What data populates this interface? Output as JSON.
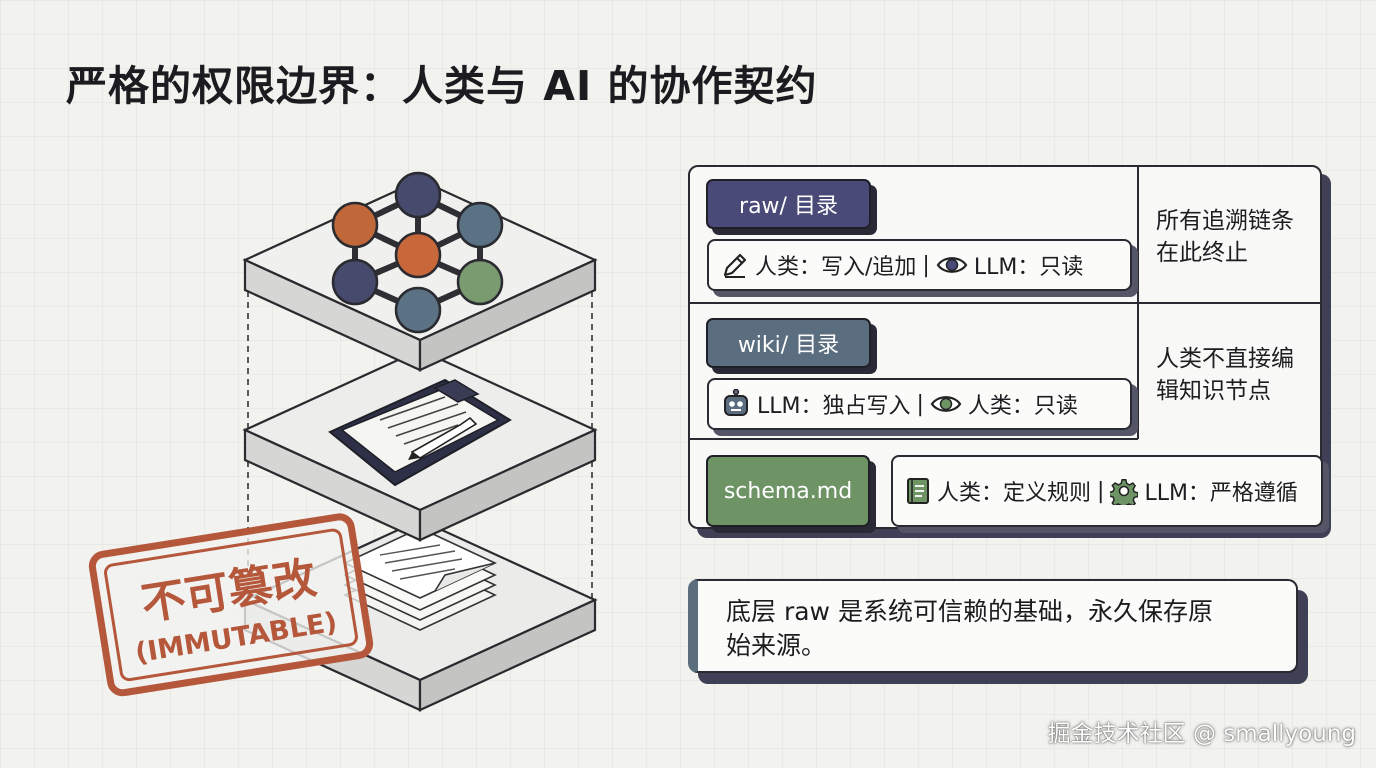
{
  "title": "严格的权限边界：人类与 AI 的协作契约",
  "stamp": {
    "main": "不可篡改",
    "sub": "(IMMUTABLE)",
    "color": "#b5573a"
  },
  "layers": [
    {
      "tag": "raw/ 目录",
      "tag_color": "#4a4a78",
      "human_perm": "人类：写入/追加",
      "llm_perm": "LLM：只读",
      "note": [
        "所有追溯链条",
        "在此终止"
      ]
    },
    {
      "tag": "wiki/ 目录",
      "tag_color": "#5a6e80",
      "llm_perm": "LLM：独占写入",
      "human_perm": "人类：只读",
      "note": [
        "人类不直接编",
        "辑知识节点"
      ]
    },
    {
      "tag": "schema.md",
      "tag_color": "#6e9466",
      "human_perm": "人类：定义规则",
      "llm_perm": "LLM：严格遵循"
    }
  ],
  "separator": "|",
  "bottom_note": [
    "底层 raw 是系统可信赖的基础，永久保存原",
    "始来源。"
  ],
  "watermark": "掘金技术社区 @ smallyoung",
  "icons": [
    "pencil-icon",
    "eye-icon",
    "robot-icon",
    "book-icon",
    "gear-icon",
    "clipboard-icon",
    "document-stack-icon",
    "knowledge-graph-icon"
  ]
}
